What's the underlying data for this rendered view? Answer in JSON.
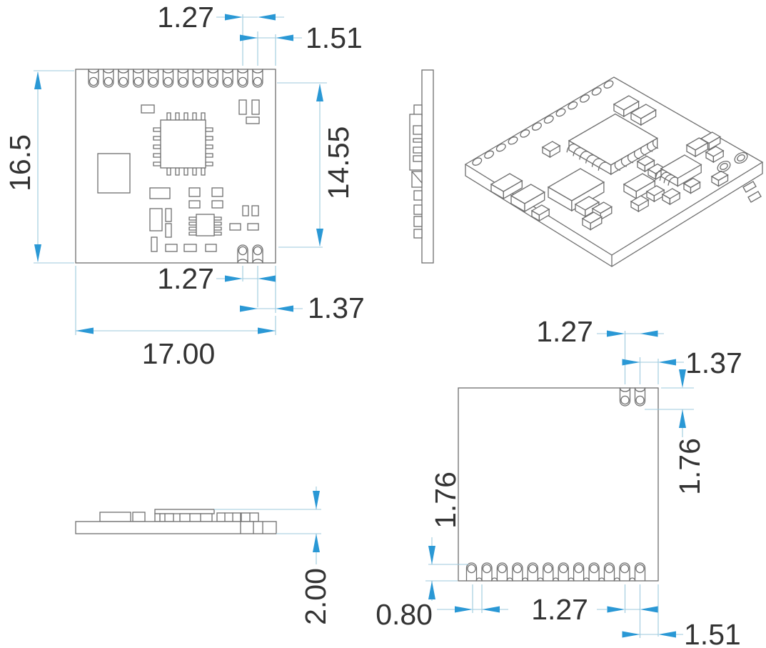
{
  "colors": {
    "dimension_accent": "#2a98d5",
    "dimension_line": "#9cc9dc",
    "outline": "#6e6e6e",
    "label_text": "#333333",
    "background": "#ffffff"
  },
  "front_view": {
    "pin_pitch_top": "1.27",
    "pin_edge_offset_top": "1.51",
    "board_height": "16.5",
    "pin_row_span": "14.55",
    "pin_pitch_bottom": "1.27",
    "pin_edge_offset_bottom": "1.37",
    "board_width": "17.00"
  },
  "thickness_view": {
    "overall_thickness": "2.00"
  },
  "back_view": {
    "pin_pitch_top": "1.27",
    "pin_edge_offset_top": "1.37",
    "pad_length_right": "1.76",
    "pad_length_left": "1.76",
    "pad_width": "0.80",
    "pin_pitch_bottom": "1.27",
    "pin_edge_offset_bottom": "1.51"
  }
}
